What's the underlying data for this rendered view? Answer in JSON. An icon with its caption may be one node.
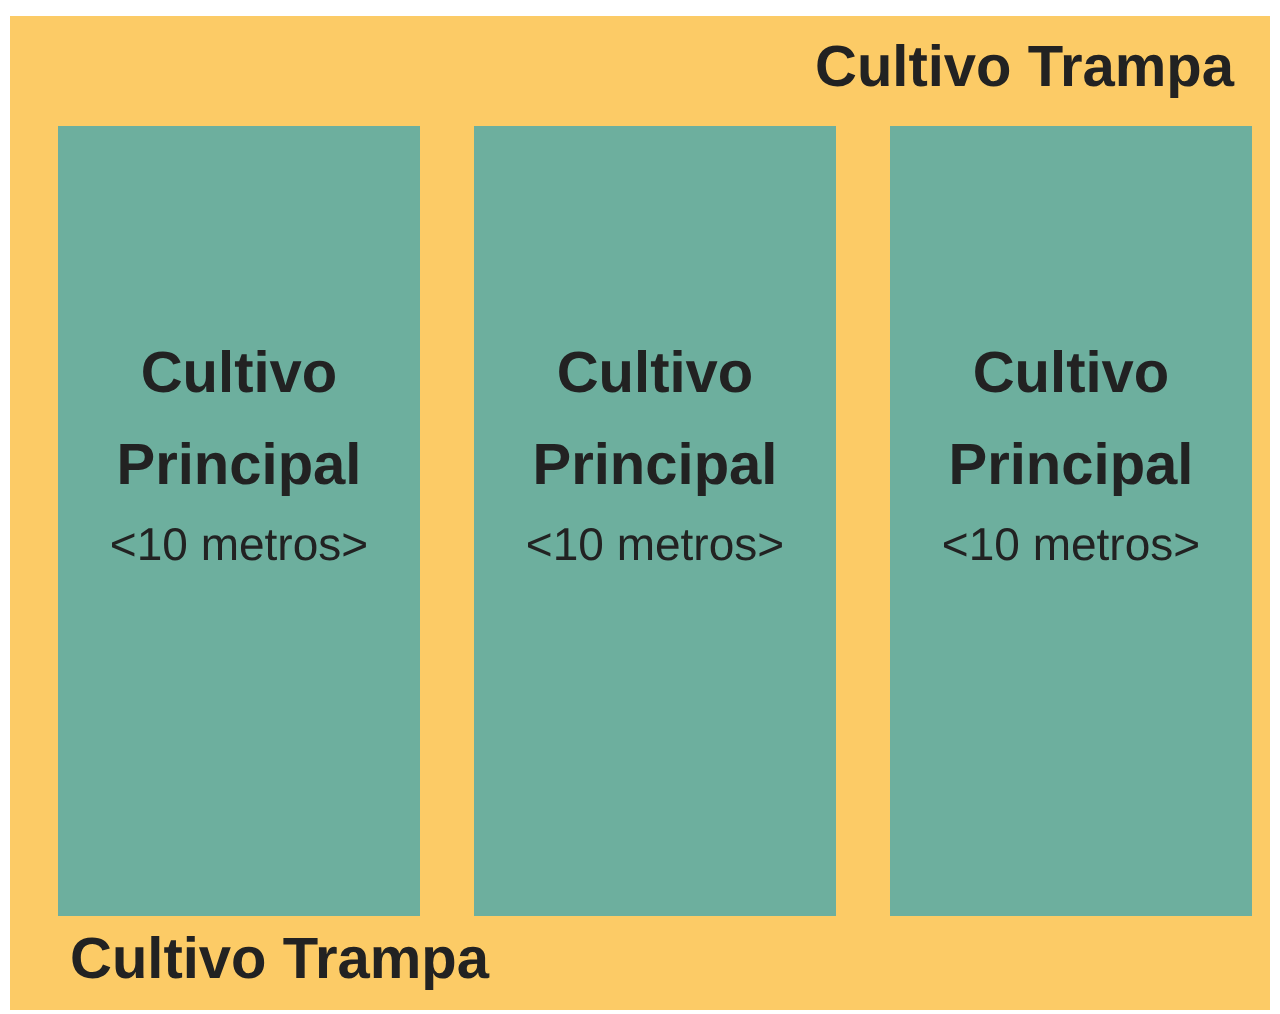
{
  "diagram": {
    "nodes": [
      {
        "text": [
          "Cultivo Trampa",
          "Cultivo Trampa"
        ]
      },
      {
        "text": [
          "Cultivo Principal",
          "<10 metros>"
        ],
        "in": 0
      },
      {
        "text": [
          "Cultivo Principal",
          "<10 metros>"
        ],
        "in": 0
      },
      {
        "text": [
          "Cultivo Principal",
          "<10 metros>"
        ],
        "in": 0
      }
    ]
  }
}
